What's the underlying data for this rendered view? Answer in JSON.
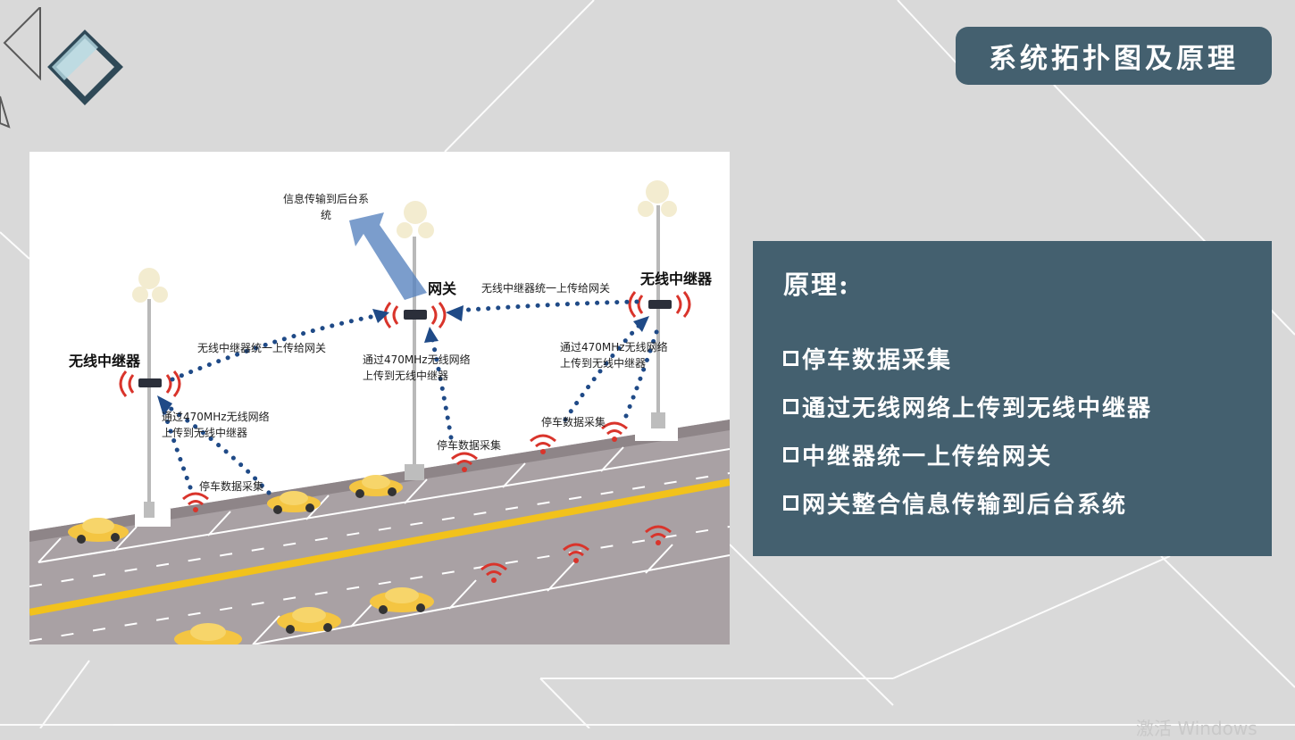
{
  "slide": {
    "title": "系统拓扑图及原理"
  },
  "diagram": {
    "labels": {
      "backend": "信息传输到后台系统",
      "gateway": "网关",
      "repeater_left": "无线中继器",
      "repeater_right": "无线中继器",
      "uplink_left": "无线中继器统一上传给网关",
      "uplink_right": "无线中继器统一上传给网关",
      "network_left": "通过470MHz无线网络上传到无线中继器",
      "network_center": "通过470MHz无线网络上传到无线中继器",
      "network_right": "通过470MHz无线网络上传到无线中继器",
      "collect_left": "停车数据采集",
      "collect_center": "停车数据采集",
      "collect_right": "停车数据采集"
    }
  },
  "principle": {
    "heading": "原理:",
    "items": [
      "停车数据采集",
      "通过无线网络上传到无线中继器",
      "中继器统一上传给网关",
      "网关整合信息传输到后台系统"
    ]
  },
  "watermark": "激活 Windows",
  "colors": {
    "panel": "#44606f",
    "background": "#d9d9d9",
    "signal": "#d9342b",
    "link": "#1f4a87",
    "road": "#a8a0a3",
    "lane": "#f2c21b"
  }
}
